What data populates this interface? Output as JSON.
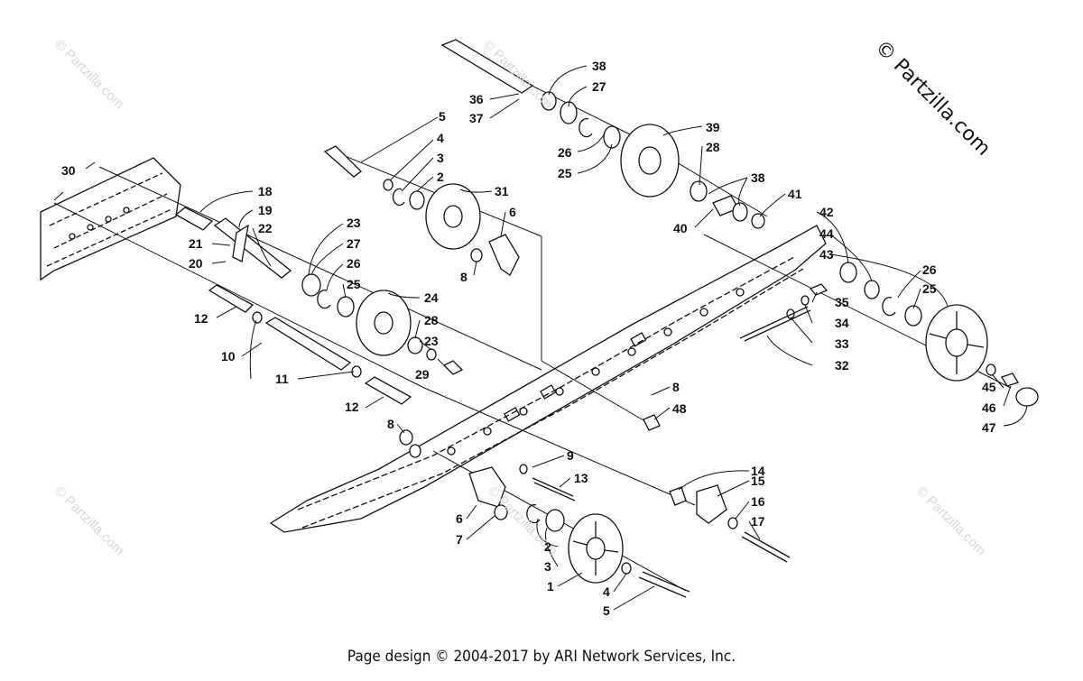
{
  "copyright_mark": "© Partzilla.com",
  "watermark": "© Partzilla.com",
  "footer": "Page design © 2004-2017 by ARI Network Services, Inc.",
  "callouts": [
    {
      "id": "c38a",
      "text": "38"
    },
    {
      "id": "c27a",
      "text": "27"
    },
    {
      "id": "c36",
      "text": "36"
    },
    {
      "id": "c37",
      "text": "37"
    },
    {
      "id": "c26a",
      "text": "26"
    },
    {
      "id": "c25a",
      "text": "25"
    },
    {
      "id": "c39",
      "text": "39"
    },
    {
      "id": "c28a",
      "text": "28"
    },
    {
      "id": "c38b",
      "text": "38"
    },
    {
      "id": "c40",
      "text": "40"
    },
    {
      "id": "c41",
      "text": "41"
    },
    {
      "id": "c5a",
      "text": "5"
    },
    {
      "id": "c4a",
      "text": "4"
    },
    {
      "id": "c3a",
      "text": "3"
    },
    {
      "id": "c2a",
      "text": "2"
    },
    {
      "id": "c31",
      "text": "31"
    },
    {
      "id": "c6a",
      "text": "6"
    },
    {
      "id": "c8a",
      "text": "8"
    },
    {
      "id": "c30",
      "text": "30"
    },
    {
      "id": "c18",
      "text": "18"
    },
    {
      "id": "c19",
      "text": "19"
    },
    {
      "id": "c22",
      "text": "22"
    },
    {
      "id": "c21",
      "text": "21"
    },
    {
      "id": "c20",
      "text": "20"
    },
    {
      "id": "c23a",
      "text": "23"
    },
    {
      "id": "c27b",
      "text": "27"
    },
    {
      "id": "c26b",
      "text": "26"
    },
    {
      "id": "c25b",
      "text": "25"
    },
    {
      "id": "c24",
      "text": "24"
    },
    {
      "id": "c28b",
      "text": "28"
    },
    {
      "id": "c23b",
      "text": "23"
    },
    {
      "id": "c29",
      "text": "29"
    },
    {
      "id": "c12a",
      "text": "12"
    },
    {
      "id": "c10",
      "text": "10"
    },
    {
      "id": "c11",
      "text": "11"
    },
    {
      "id": "c12b",
      "text": "12"
    },
    {
      "id": "c42",
      "text": "42"
    },
    {
      "id": "c44",
      "text": "44"
    },
    {
      "id": "c43",
      "text": "43"
    },
    {
      "id": "c26c",
      "text": "26"
    },
    {
      "id": "c25c",
      "text": "25"
    },
    {
      "id": "c35",
      "text": "35"
    },
    {
      "id": "c34",
      "text": "34"
    },
    {
      "id": "c33",
      "text": "33"
    },
    {
      "id": "c32",
      "text": "32"
    },
    {
      "id": "c45",
      "text": "45"
    },
    {
      "id": "c46",
      "text": "46"
    },
    {
      "id": "c47",
      "text": "47"
    },
    {
      "id": "c8b",
      "text": "8"
    },
    {
      "id": "c48",
      "text": "48"
    },
    {
      "id": "c8c",
      "text": "8"
    },
    {
      "id": "c9",
      "text": "9"
    },
    {
      "id": "c13",
      "text": "13"
    },
    {
      "id": "c14",
      "text": "14"
    },
    {
      "id": "c15",
      "text": "15"
    },
    {
      "id": "c16",
      "text": "16"
    },
    {
      "id": "c17",
      "text": "17"
    },
    {
      "id": "c6b",
      "text": "6"
    },
    {
      "id": "c7",
      "text": "7"
    },
    {
      "id": "c2b",
      "text": "2"
    },
    {
      "id": "c3b",
      "text": "3"
    },
    {
      "id": "c1",
      "text": "1"
    },
    {
      "id": "c4b",
      "text": "4"
    },
    {
      "id": "c5b",
      "text": "5"
    }
  ]
}
